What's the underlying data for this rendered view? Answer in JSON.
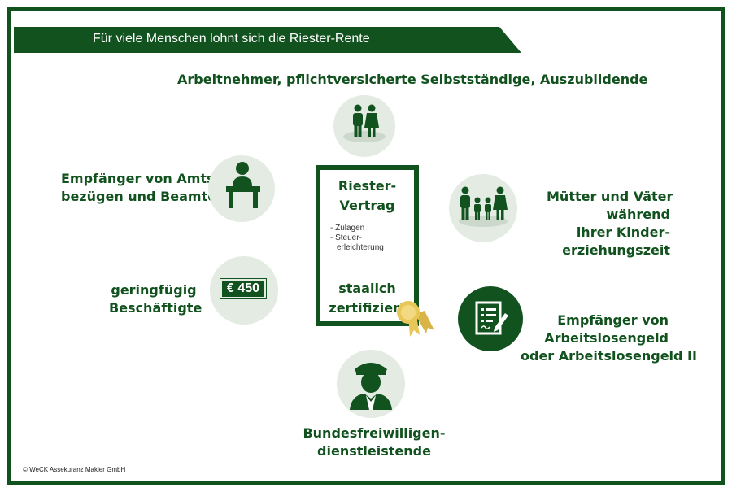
{
  "banner": {
    "title": "Für viele Menschen lohnt sich die Riester-Rente"
  },
  "groups": {
    "top": "Arbeitnehmer, pflichtversicherte Selbstständige, Auszubildende",
    "officials": [
      "Empfänger von Amts-",
      "bezügen und Beamte"
    ],
    "minor_employed": [
      "geringfügig",
      "Beschäftigte"
    ],
    "parents": [
      "Mütter und Väter",
      "während",
      "ihrer Kinder-",
      "erziehungszeit"
    ],
    "unemployed": [
      "Empfänger von",
      "Arbeitslosengeld",
      "oder Arbeitslosengeld II"
    ],
    "volunteers": [
      "Bundesfreiwilligen-",
      "dienstleistende"
    ]
  },
  "badge": {
    "text": "€ 450"
  },
  "contract": {
    "title": [
      "Riester-",
      "Vertrag"
    ],
    "benefits": [
      "- Zulagen",
      "- Steuer-",
      "erleichterung"
    ],
    "footer": [
      "staalich",
      "zertifiziert"
    ]
  },
  "copyright": "© WeCK Assekuranz Makler GmbH",
  "colors": {
    "brand_green": "#12521f",
    "circle_bg": "#e3ebe3",
    "seal_gold": "#e8c658"
  },
  "icons": [
    "couple-icon",
    "desk-worker-icon",
    "family-icon",
    "euro-badge-icon",
    "document-pen-icon",
    "officer-icon",
    "seal-icon"
  ]
}
